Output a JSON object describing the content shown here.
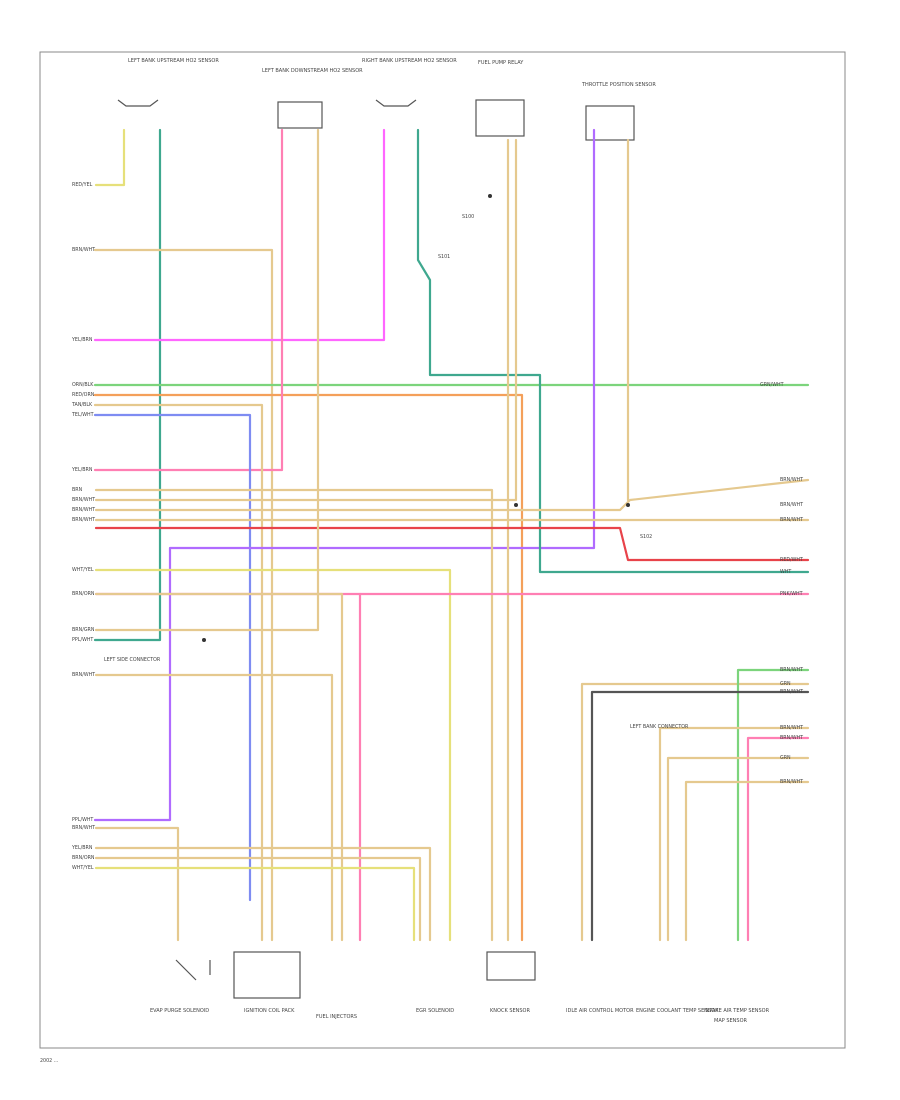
{
  "page_label": "2002 ...",
  "colors": {
    "yellow": "#e6e07a",
    "tan": "#e5c98f",
    "green": "#7cd47c",
    "teal": "#3fa88f",
    "pink": "#ff7fb3",
    "magenta": "#ff66ff",
    "violet": "#b06bff",
    "blue": "#7e8cf2",
    "orange": "#f4a05a",
    "red": "#e8434a",
    "black": "#222222",
    "light": "#ffe8b0"
  },
  "wires_left_labels": [
    "RED/YEL",
    "BRN/WHT",
    "YEL/BRN",
    "ORN/BLK",
    "RED/ORN",
    "TAN/BLK",
    "TEL/WHT",
    "YEL/BRN",
    "BRN",
    "BRN/WHT",
    "BRN/WHT",
    "BRN/WHT",
    "WHT/YEL",
    "BRN/ORN",
    "BRN/GRN",
    "PPL/WHT",
    "LEFT SIDE CONNECTOR",
    "BRN/WHT",
    "PPL/WHT",
    "BRN/WHT",
    "YEL/BRN",
    "BRN/ORN",
    "WHT/YEL"
  ],
  "wires_right_labels": [
    "GRN/WHT",
    "BRN/WHT",
    "BRN/WHT",
    "BRN/WHT",
    "RED/WHT",
    "WHT",
    "PNK/WHT",
    "BRN/WHT",
    "GRN",
    "BRN/WHT",
    "BRN/WHT",
    "BRN/WHT",
    "GRN",
    "BRN/WHT"
  ],
  "components_top": [
    "LEFT BANK UPSTREAM HO2 SENSOR",
    "LEFT BANK DOWNSTREAM HO2 SENSOR",
    "RIGHT BANK UPSTREAM HO2 SENSOR",
    "FUEL PUMP RELAY",
    "THROTTLE POSITION SENSOR"
  ],
  "components_bottom": [
    "EVAP PURGE SOLENOID",
    "IGNITION COIL PACK",
    "FUEL INJECTORS",
    "EGR SOLENOID",
    "KNOCK SENSOR",
    "IDLE AIR CONTROL MOTOR",
    "ENGINE COOLANT TEMP SENSOR",
    "INTAKE AIR TEMP SENSOR",
    "MAP SENSOR"
  ],
  "splice_labels": [
    "S100",
    "S101",
    "S102",
    "LEFT BANK CONNECTOR"
  ]
}
